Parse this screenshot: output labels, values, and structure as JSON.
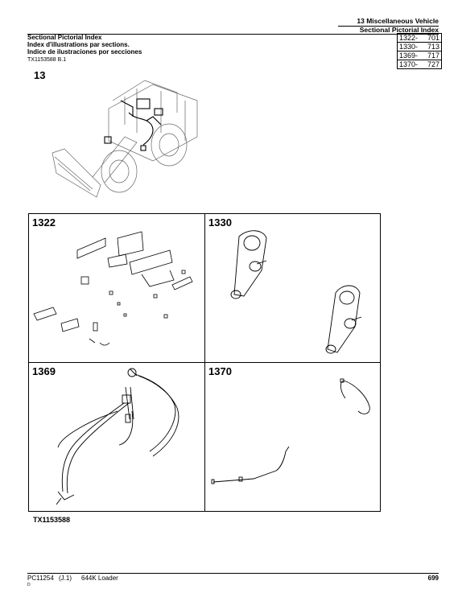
{
  "header": {
    "section_title": "13 Miscellaneous Vehicle",
    "section_subtitle": "Sectional Pictorial Index"
  },
  "index_titles": {
    "english": "Sectional Pictorial Index",
    "french": "Index d'illustrations par sections.",
    "spanish": "Indice de ilustraciones por secciones"
  },
  "index_table": [
    {
      "section": "1322-",
      "page": "701"
    },
    {
      "section": "1330-",
      "page": "713"
    },
    {
      "section": "1369-",
      "page": "717"
    },
    {
      "section": "1370-",
      "page": "727"
    }
  ],
  "figure_ref": "TX1153588 B.1",
  "group_number": "13",
  "cells": {
    "c1322": "1322",
    "c1330": "1330",
    "c1369": "1369",
    "c1370": "1370"
  },
  "grid_ref": "TX1153588",
  "footer": {
    "doc_id": "PC11254",
    "revision": "(J.1)",
    "model": "644K Loader",
    "page_number": "699",
    "small_mark": "D"
  }
}
